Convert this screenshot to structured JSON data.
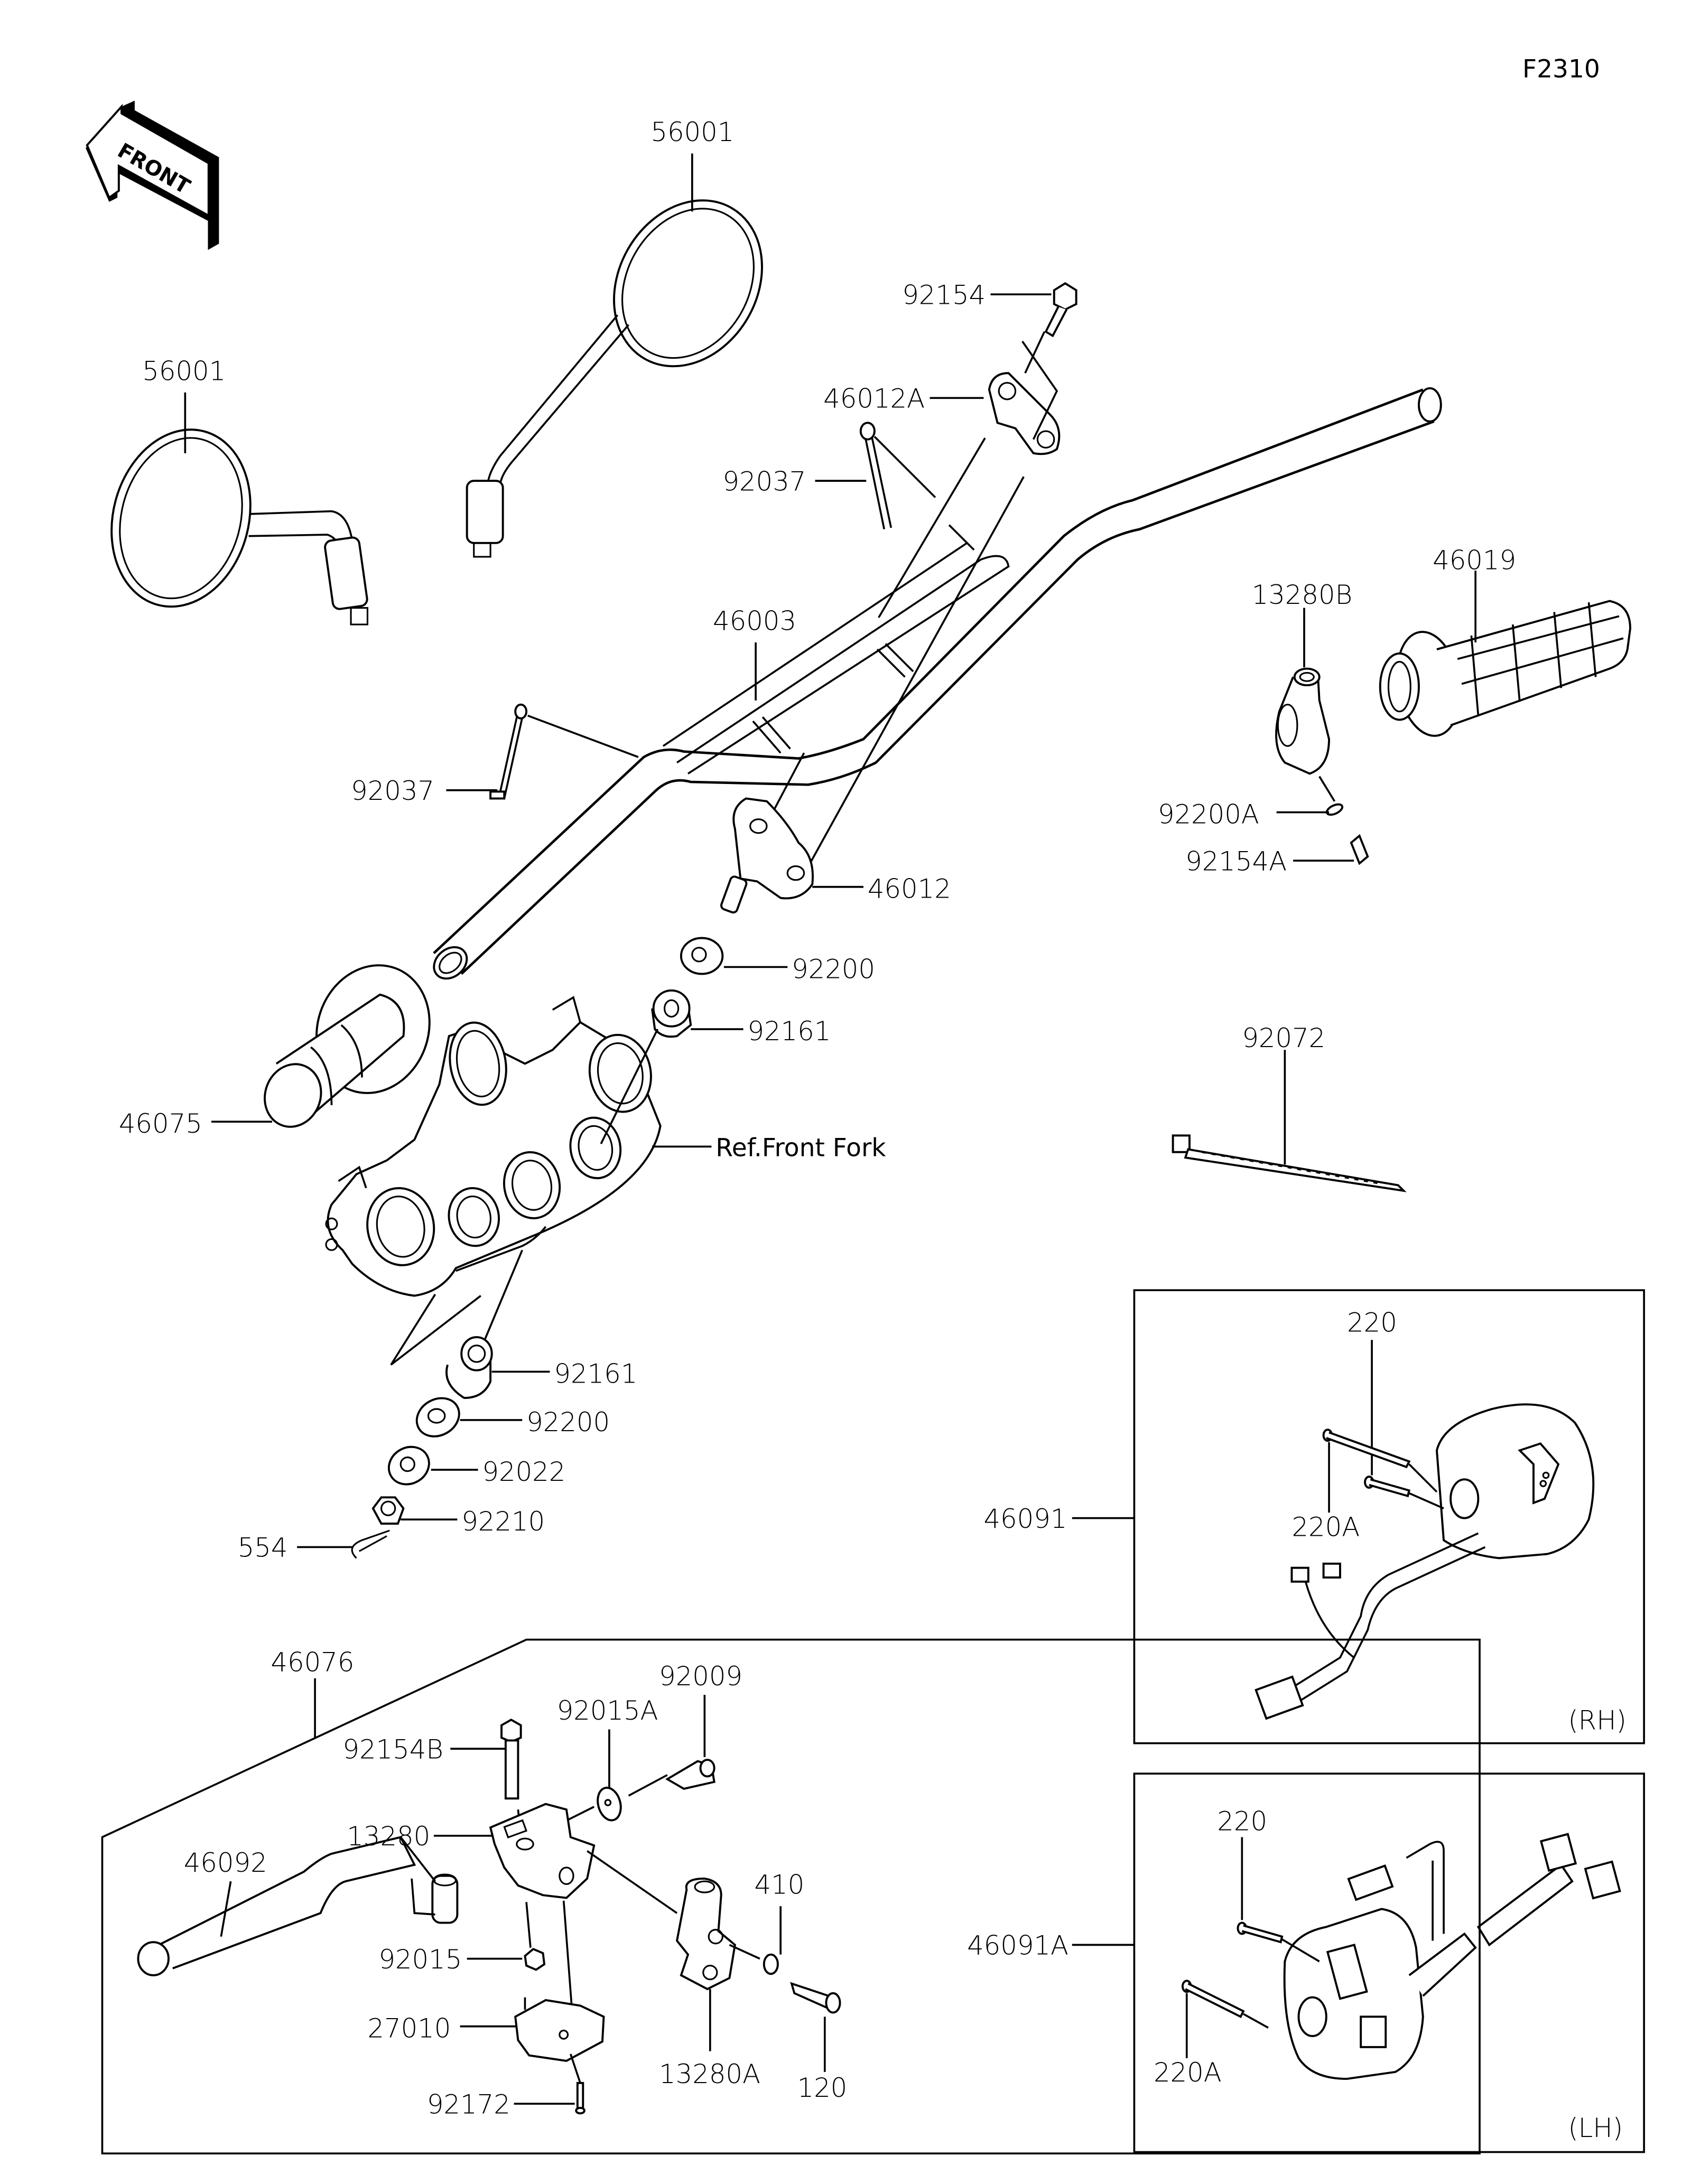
{
  "diagram": {
    "code": "F2310",
    "front_label": "FRONT",
    "colors": {
      "line": "#000000",
      "background": "#ffffff"
    }
  },
  "labels": {
    "mirror_left": "56001",
    "mirror_right": "56001",
    "bolt_top": "92154",
    "holder_upper": "46012A",
    "clamp_upper": "92037",
    "handlebar": "46003",
    "clamp_lower": "92037",
    "holder_lower": "46012",
    "washer_upper": "92200",
    "bush_upper": "92161",
    "grip_left": "46075",
    "front_fork_ref": "Ref.Front Fork",
    "bush_lower": "92161",
    "washer_lower": "92200",
    "washer_plain": "92022",
    "nut": "92210",
    "cotter_pin": "554",
    "throttle_grip": "46019",
    "holder_13280b": "13280B",
    "washer_92200a": "92200A",
    "bolt_92154a": "92154A",
    "cable_tie": "92072",
    "switch_rh": "46091",
    "switch_lh": "46091A",
    "lever_assy": "46076"
  },
  "clutch_box": {
    "labels": {
      "bolt_92154b": "92154B",
      "washer_92015a": "92015A",
      "bolt_92009": "92009",
      "holder_13280": "13280",
      "lever_46092": "46092",
      "nut_92015": "92015",
      "switch_27010": "27010",
      "screw_92172": "92172",
      "holder_13280a": "13280A",
      "washer_410": "410",
      "bolt_120": "120"
    }
  },
  "rh_box": {
    "screw_220": "220",
    "screw_220a": "220A",
    "side": "(RH)"
  },
  "lh_box": {
    "screw_220": "220",
    "screw_220a": "220A",
    "side": "(LH)"
  }
}
